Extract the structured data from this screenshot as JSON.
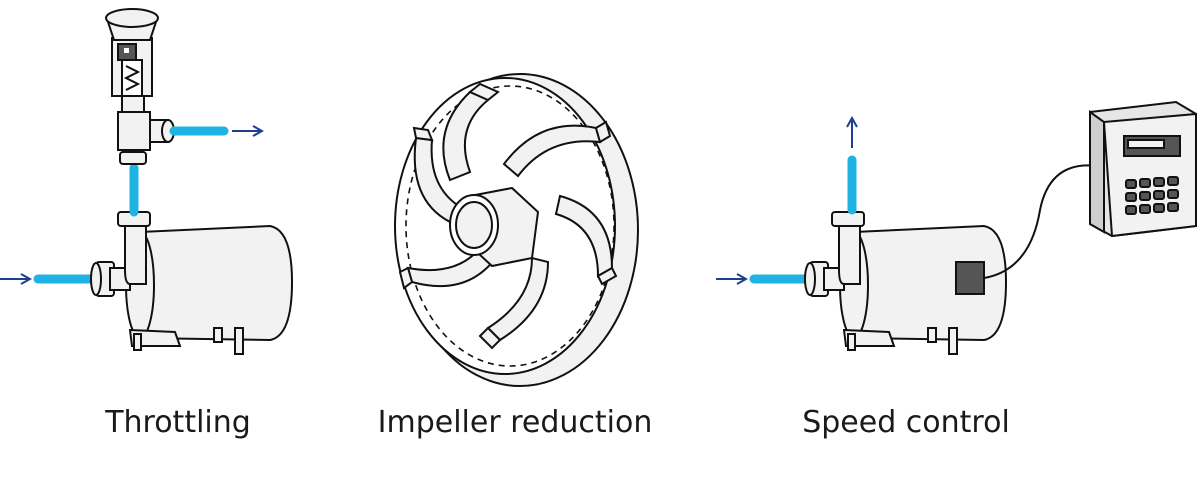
{
  "captions": {
    "throttling": "Throttling",
    "impeller": "Impeller reduction",
    "speed": "Speed control"
  },
  "colors": {
    "pipe": "#1fb3e4",
    "arrow": "#1d3f8f",
    "outline": "#111111",
    "body_fill": "#f2f2f2",
    "dark_fill": "#555555",
    "background": "#ffffff"
  },
  "icons": [
    "pump-icon",
    "control-valve-icon",
    "impeller-icon",
    "variable-frequency-drive-icon",
    "flow-arrow-icon"
  ]
}
